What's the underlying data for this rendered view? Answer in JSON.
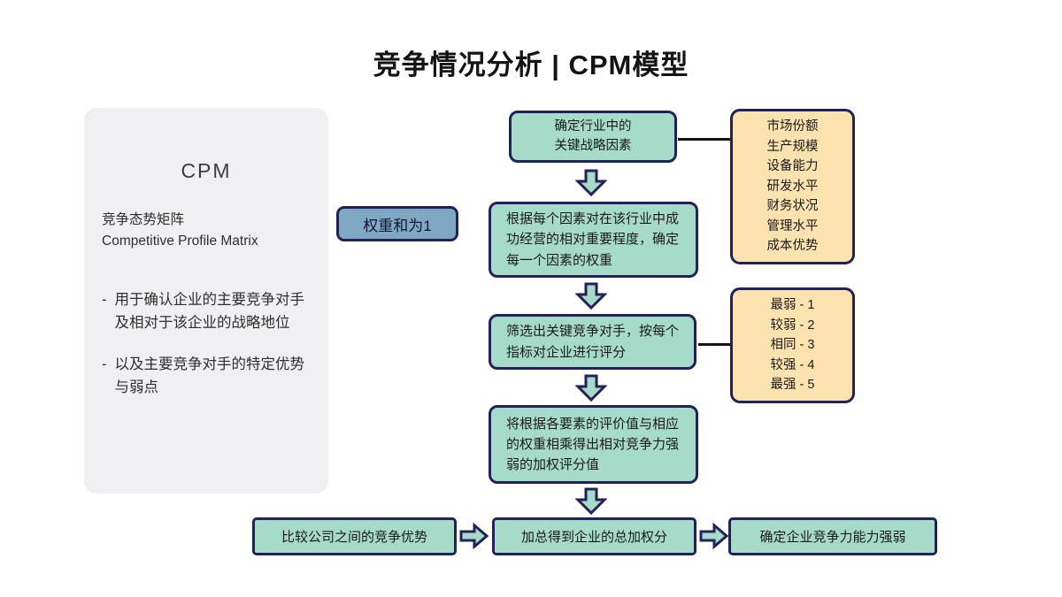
{
  "title": "竞争情况分析 | CPM模型",
  "colors": {
    "teal_fill": "#a7dbc9",
    "navy_border": "#23215a",
    "orange_fill": "#fce2af",
    "blue_fill": "#7fa9c3",
    "panel_gray": "#f0f0f2",
    "connector_black": "#141414"
  },
  "side_panel": {
    "heading": "CPM",
    "subtitle_cn": "竞争态势矩阵",
    "subtitle_en": "Competitive Profile Matrix",
    "bullet_marker": "-",
    "bullets": [
      "用于确认企业的主要竞争对手及相对于该企业的战略地位",
      "以及主要竞争对手的特定优势与弱点"
    ]
  },
  "weight_note": {
    "label": "权重和为1"
  },
  "flow": {
    "step1": {
      "lines": [
        "确定行业中的",
        "关键战略因素"
      ]
    },
    "step2": {
      "text": "根据每个因素对在该行业中成功经营的相对重要程度，确定每一个因素的权重"
    },
    "step3": {
      "text": "筛选出关键竞争对手，按每个指标对企业进行评分"
    },
    "step4": {
      "text": "将根据各要素的评价值与相应的权重相乘得出相对竞争力强弱的加权评分值"
    }
  },
  "factors_box": {
    "items": [
      "市场份额",
      "生产规模",
      "设备能力",
      "研发水平",
      "财务状况",
      "管理水平",
      "成本优势"
    ]
  },
  "rating_box": {
    "items": [
      "最弱 - 1",
      "较弱 - 2",
      "相同 - 3",
      "较强 - 4",
      "最强 - 5"
    ]
  },
  "bottom_row": {
    "step_a": "比较公司之间的竞争优势",
    "step_b": "加总得到企业的总加权分",
    "step_c": "确定企业竞争力能力强弱"
  }
}
